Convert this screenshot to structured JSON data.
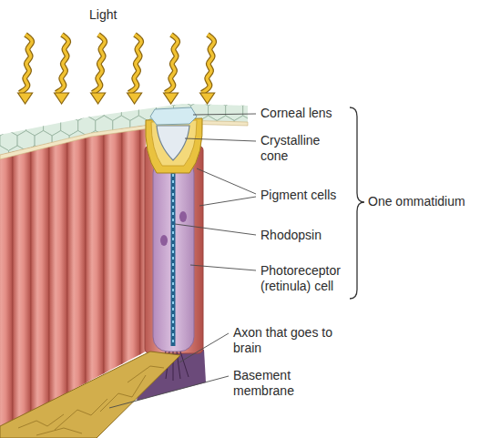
{
  "diagram": {
    "labels": [
      "Light",
      "Corneal lens",
      "Crystalline cone",
      "Pigment cells",
      "Rhodopsin",
      "Photoreceptor (retinula) cell",
      "One ommatidium",
      "Axon that goes to brain",
      "Basement membrane"
    ]
  }
}
